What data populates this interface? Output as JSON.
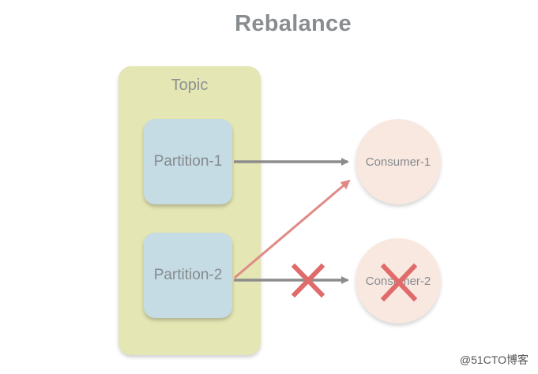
{
  "diagram": {
    "title": "Rebalance",
    "topic": {
      "label": "Topic",
      "partitions": [
        {
          "id": "p1",
          "label": "Partition-1"
        },
        {
          "id": "p2",
          "label": "Partition-2"
        }
      ]
    },
    "consumers": [
      {
        "id": "c1",
        "label": "Consumer-1",
        "status": "active"
      },
      {
        "id": "c2",
        "label": "Consumer-2",
        "status": "removed"
      }
    ],
    "connections": [
      {
        "from": "Partition-1",
        "to": "Consumer-1",
        "style": "gray-arrow"
      },
      {
        "from": "Partition-2",
        "to": "Consumer-1",
        "style": "red-arrow"
      },
      {
        "from": "Partition-2",
        "to": "Consumer-2",
        "style": "gray-arrow-crossed"
      }
    ],
    "colors": {
      "title": "#8a8d90",
      "topic_fill": "#e4e6b3",
      "partition_fill": "#c5dce4",
      "consumer_fill": "#f8e8e0",
      "gray_arrow": "#8c8c8c",
      "red_arrow": "#e08a86",
      "cross": "#e06b6b"
    }
  },
  "watermark": "@51CTO博客"
}
